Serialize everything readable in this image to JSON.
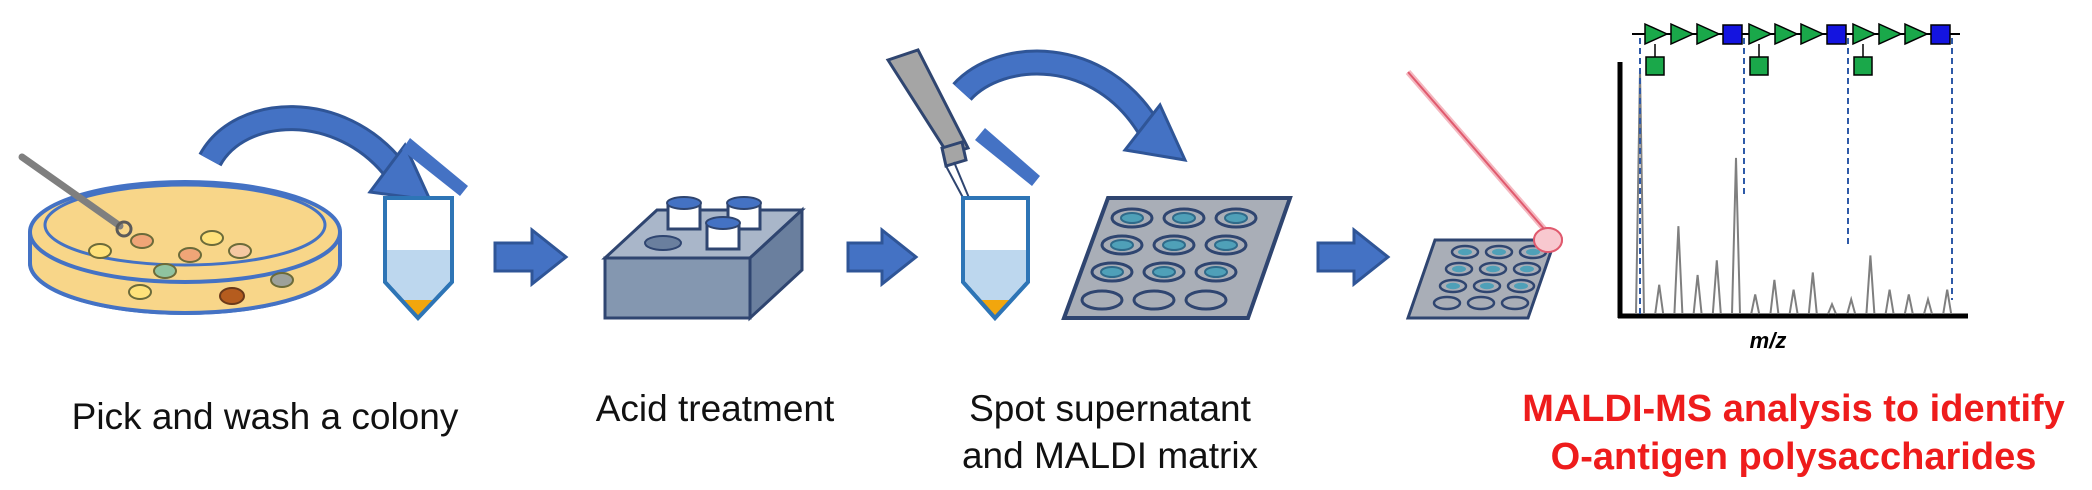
{
  "steps": [
    {
      "label": "Pick and wash a colony"
    },
    {
      "label": "Acid treatment"
    },
    {
      "label_line1": "Spot supernatant",
      "label_line2": "and MALDI matrix"
    },
    {
      "label_line1": "MALDI-MS analysis to identify",
      "label_line2": "O-antigen polysaccharides"
    }
  ],
  "spectrum": {
    "x_axis_label": "m/z",
    "peaks_relative_height": [
      1.0,
      0.12,
      0.36,
      0.16,
      0.22,
      0.64,
      0.08,
      0.14,
      0.1,
      0.17,
      0.04,
      0.06,
      0.24,
      0.1,
      0.08,
      0.06,
      0.1
    ],
    "glycan_units": [
      "triangle",
      "triangle",
      "triangle",
      "square",
      "triangle",
      "triangle",
      "triangle",
      "square",
      "triangle",
      "triangle",
      "triangle",
      "square"
    ]
  },
  "colors": {
    "accent_blue": "#4472c4",
    "plate_gray": "#a9aeb7",
    "block_gray": "#8497b0",
    "agar": "#f8d689",
    "label_red": "#ee1c1c",
    "glycan_green": "#1aa84a",
    "glycan_blue": "#1414e0",
    "pellet_orange": "#f2a60d"
  }
}
